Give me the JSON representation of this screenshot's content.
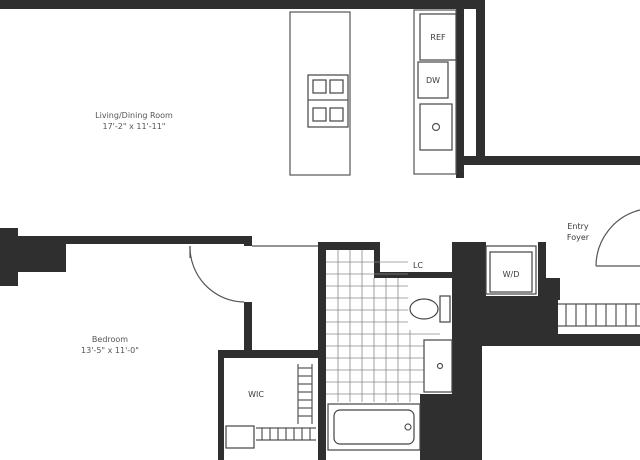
{
  "rooms": {
    "living": {
      "name": "Living/Dining Room",
      "dims": "17'-2\" x 11'-11\""
    },
    "bedroom": {
      "name": "Bedroom",
      "dims": "13'-5\" x 11'-0\""
    },
    "entry": {
      "line1": "Entry",
      "line2": "Foyer"
    }
  },
  "fixtures": {
    "ref": "REF",
    "dw": "DW",
    "lc": "LC",
    "wd": "W/D",
    "wic": "WIC"
  }
}
